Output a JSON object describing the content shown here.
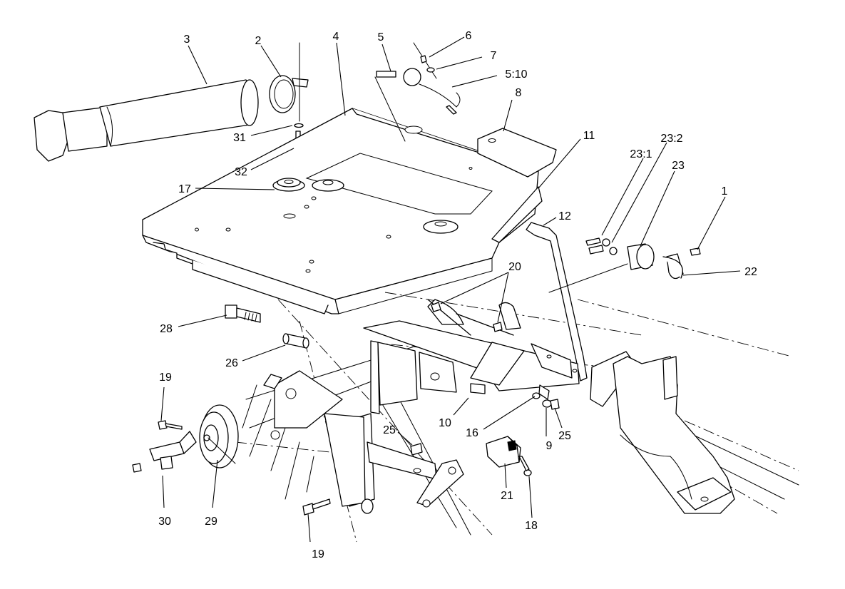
{
  "callouts": {
    "c1": "1",
    "c2": "2",
    "c3": "3",
    "c4": "4",
    "c5": "5",
    "c5_10": "5:10",
    "c6": "6",
    "c7": "7",
    "c8": "8",
    "c9": "9",
    "c10": "10",
    "c11": "11",
    "c12": "12",
    "c16": "16",
    "c17": "17",
    "c18": "18",
    "c19a": "19",
    "c19b": "19",
    "c20": "20",
    "c21": "21",
    "c22": "22",
    "c23": "23",
    "c23_1": "23:1",
    "c23_2": "23:2",
    "c25a": "25",
    "c25b": "25",
    "c26": "26",
    "c28": "28",
    "c29": "29",
    "c30": "30",
    "c31": "31",
    "c32": "32"
  }
}
